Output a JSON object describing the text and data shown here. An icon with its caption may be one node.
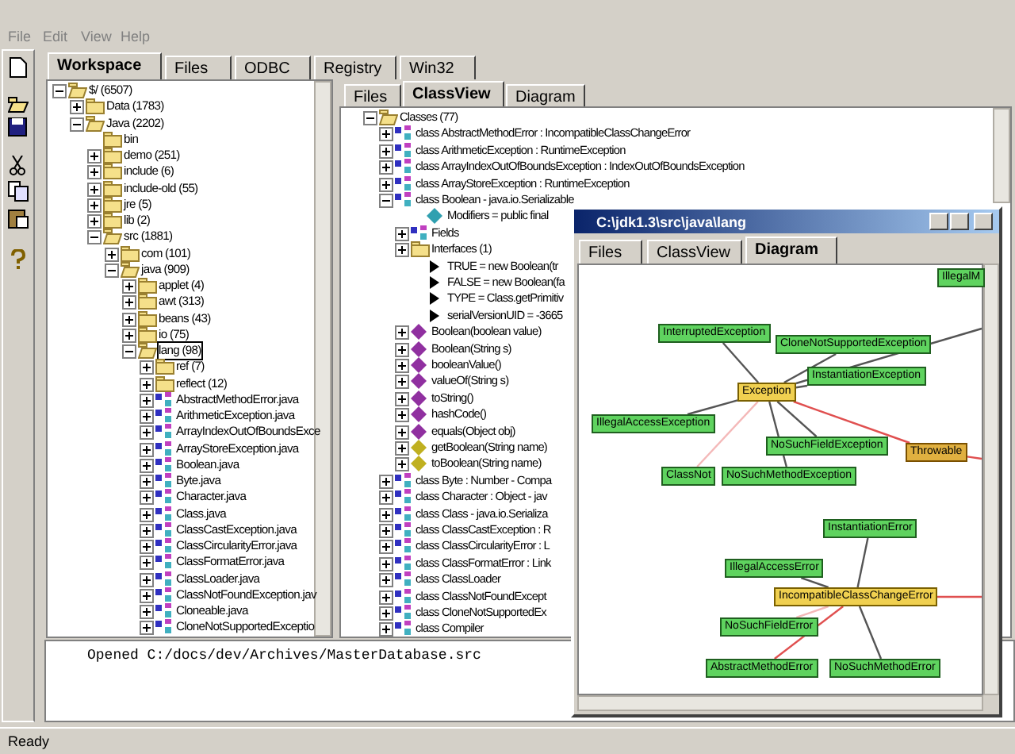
{
  "diagram": {
    "nodes": [
      {
        "text": [
          "IllegalM"
        ]
      },
      {
        "text": [
          "InterruptedException"
        ]
      },
      {
        "text": [
          "CloneNotSupportedException"
        ]
      },
      {
        "text": [
          "Exception"
        ]
      },
      {
        "text": [
          "InstantiationException"
        ]
      },
      {
        "text": [
          "IllegalAccessException"
        ]
      },
      {
        "text": [
          "NoSuchFieldException"
        ]
      },
      {
        "text": [
          "ClassNot"
        ]
      },
      {
        "text": [
          "NoSuchMethodException"
        ]
      },
      {
        "text": [
          "Throwable"
        ]
      },
      {
        "text": [
          "InstantiationError"
        ]
      },
      {
        "text": [
          "IllegalAccessError"
        ]
      },
      {
        "text": [
          "IncompatibleClassChangeError"
        ]
      },
      {
        "text": [
          "NoSuchFieldError"
        ]
      },
      {
        "text": [
          "AbstractMethodError"
        ]
      },
      {
        "text": [
          "NoSuchMethodError"
        ]
      }
    ],
    "edges": [
      {
        "from": 1,
        "to": 3,
        "arrow": "none"
      },
      {
        "from": 2,
        "to": 3,
        "arrow": "none"
      },
      {
        "from": 3,
        "to": null,
        "arrow": "none"
      },
      {
        "from": 5,
        "to": 3,
        "arrow": "none"
      },
      {
        "from": 4,
        "to": 3,
        "arrow": "none"
      },
      {
        "from": 6,
        "to": 3,
        "arrow": "none"
      },
      {
        "from": 7,
        "to": 3,
        "arrow": "none",
        "color": "#f4b8b8"
      },
      {
        "from": 8,
        "to": 3,
        "arrow": "none"
      },
      {
        "from": 3,
        "to": 9,
        "arrow": "none",
        "color": "#e05050"
      },
      {
        "from": 9,
        "to": null,
        "arrow": "none",
        "color": "#e05050"
      },
      {
        "from": 10,
        "to": 12,
        "arrow": "none"
      },
      {
        "from": 11,
        "to": 12,
        "arrow": "none"
      },
      {
        "from": 13,
        "to": 12,
        "arrow": "none",
        "color": "#f4b8b8"
      },
      {
        "from": 14,
        "to": 12,
        "arrow": "none",
        "color": "#e05050"
      },
      {
        "from": 15,
        "to": 12,
        "arrow": "none"
      },
      {
        "from": 12,
        "to": null,
        "arrow": "none",
        "color": "#e05050"
      }
    ],
    "labels": [
      "File",
      "Edit",
      "View",
      "Help",
      "Workspace",
      "Files",
      "ODBC",
      "Registry",
      "Win32",
      "$/ (6507)",
      "Data (1783)",
      "Java (2202)",
      "bin",
      "demo (251)",
      "include (6)",
      "include-old (55)",
      "jre (5)",
      "lib (2)",
      "src (1881)",
      "com (101)",
      "java (909)",
      "applet (4)",
      "awt (313)",
      "beans (43)",
      "io (75)",
      "lang (98)",
      "ref (7)",
      "reflect (12)",
      "AbstractMethodError.java",
      "ArithmeticException.java",
      "ArrayIndexOutOfBoundsExce",
      "ArrayStoreException.java",
      "Boolean.java",
      "Byte.java",
      "Character.java",
      "Class.java",
      "ClassCastException.java",
      "ClassCircularityError.java",
      "ClassFormatError.java",
      "ClassLoader.java",
      "ClassNotFoundException.jav",
      "Cloneable.java",
      "CloneNotSupportedExceptio",
      "Files",
      "ClassView",
      "Diagram",
      "Classes (77)",
      "class AbstractMethodError : IncompatibleClassChangeError",
      "class ArithmeticException : RuntimeException",
      "class ArrayIndexOutOfBoundsException : IndexOutOfBoundsException",
      "class ArrayStoreException : RuntimeException",
      "class Boolean - java.io.Serializable",
      "Modifiers = public final",
      "Fields",
      "Interfaces (1)",
      "TRUE = new Boolean(tr",
      "FALSE = new Boolean(fa",
      "TYPE = Class.getPrimitiv",
      "serialVersionUID = -3665",
      "Boolean(boolean value)",
      "Boolean(String s)",
      "booleanValue()",
      "valueOf(String s)",
      "toString()",
      "hashCode()",
      "equals(Object obj)",
      "getBoolean(String name)",
      "toBoolean(String name)",
      "class Byte : Number - Compa",
      "class Character : Object - jav",
      "class Class - java.io.Serializa",
      "class ClassCastException : R",
      "class ClassCircularityError : L",
      "class ClassFormatError : Link",
      "class ClassLoader",
      "class ClassNotFoundExcept",
      "class CloneNotSupportedEx",
      "class Compiler",
      "C:\\jdk1.3\\src\\java\\lang",
      "Files",
      "ClassView",
      "Diagram",
      "Opened C:/docs/dev/Archives/MasterDatabase.src",
      "Ready"
    ]
  }
}
